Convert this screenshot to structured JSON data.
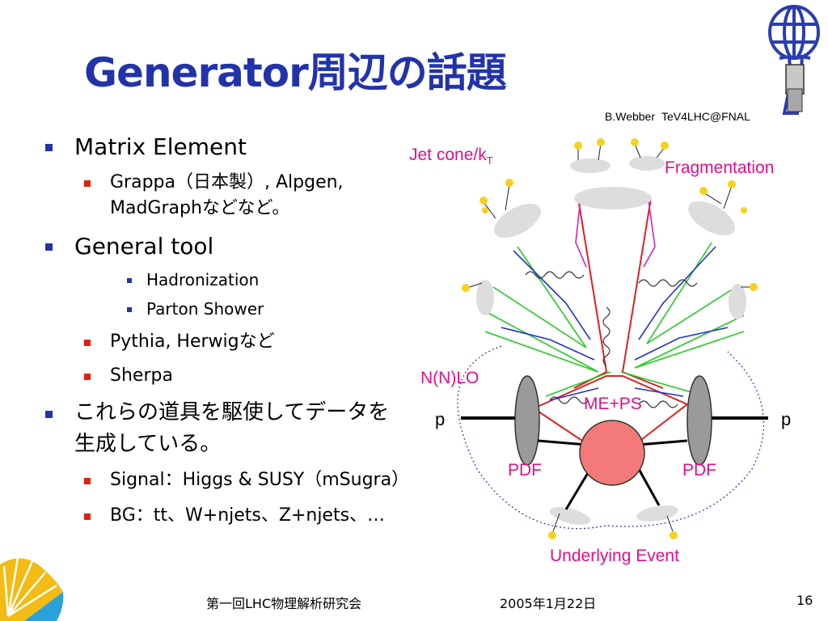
{
  "title": "Generator周辺の話題",
  "credit": {
    "author": "B.Webber",
    "event": "TeV4LHC@FNAL"
  },
  "bullets": [
    {
      "level": 1,
      "text": "Matrix Element"
    },
    {
      "level": 2,
      "text": "Grappa（日本製）, Alpgen,"
    },
    {
      "level": 2,
      "text": "MadGraphなどなど。",
      "continuation": true
    },
    {
      "level": 1,
      "text": "General tool"
    },
    {
      "level": 3,
      "text": "Hadronization"
    },
    {
      "level": 3,
      "text": "Parton Shower"
    },
    {
      "level": 2,
      "text": "Pythia, Herwigなど"
    },
    {
      "level": 2,
      "text": "Sherpa"
    },
    {
      "level": 1,
      "text": "これらの道具を駆使してデータを"
    },
    {
      "level": 1,
      "text": "生成している。",
      "continuation": true
    },
    {
      "level": 2,
      "text": "Signal：Higgs & SUSY（mSugra）"
    },
    {
      "level": 2,
      "text": "BG：tt、W+njets、Z+njets、…"
    }
  ],
  "diagram": {
    "jet_cone": "Jet cone/k",
    "jet_cone_sub": "T",
    "fragmentation": "Fragmentation",
    "nnlo": "N(N)LO",
    "meps": "ME+PS",
    "proton_left": "p",
    "proton_right": "p",
    "pdf_left": "PDF",
    "pdf_right": "PDF",
    "underlying": "Underlying Event",
    "colors": {
      "hard_blob": "#f47a7a",
      "pdf_blob": "#9a9a9a",
      "hadron": "#dddddd",
      "final": "#f5d21e",
      "label": "#e0108a",
      "title": "#2233aa"
    }
  },
  "footer": {
    "meeting": "第一回LHC物理解析研究会",
    "date": "2005年1月22日",
    "page": "16"
  },
  "icons": [
    "atlas-logo",
    "ginkgo-logo"
  ]
}
